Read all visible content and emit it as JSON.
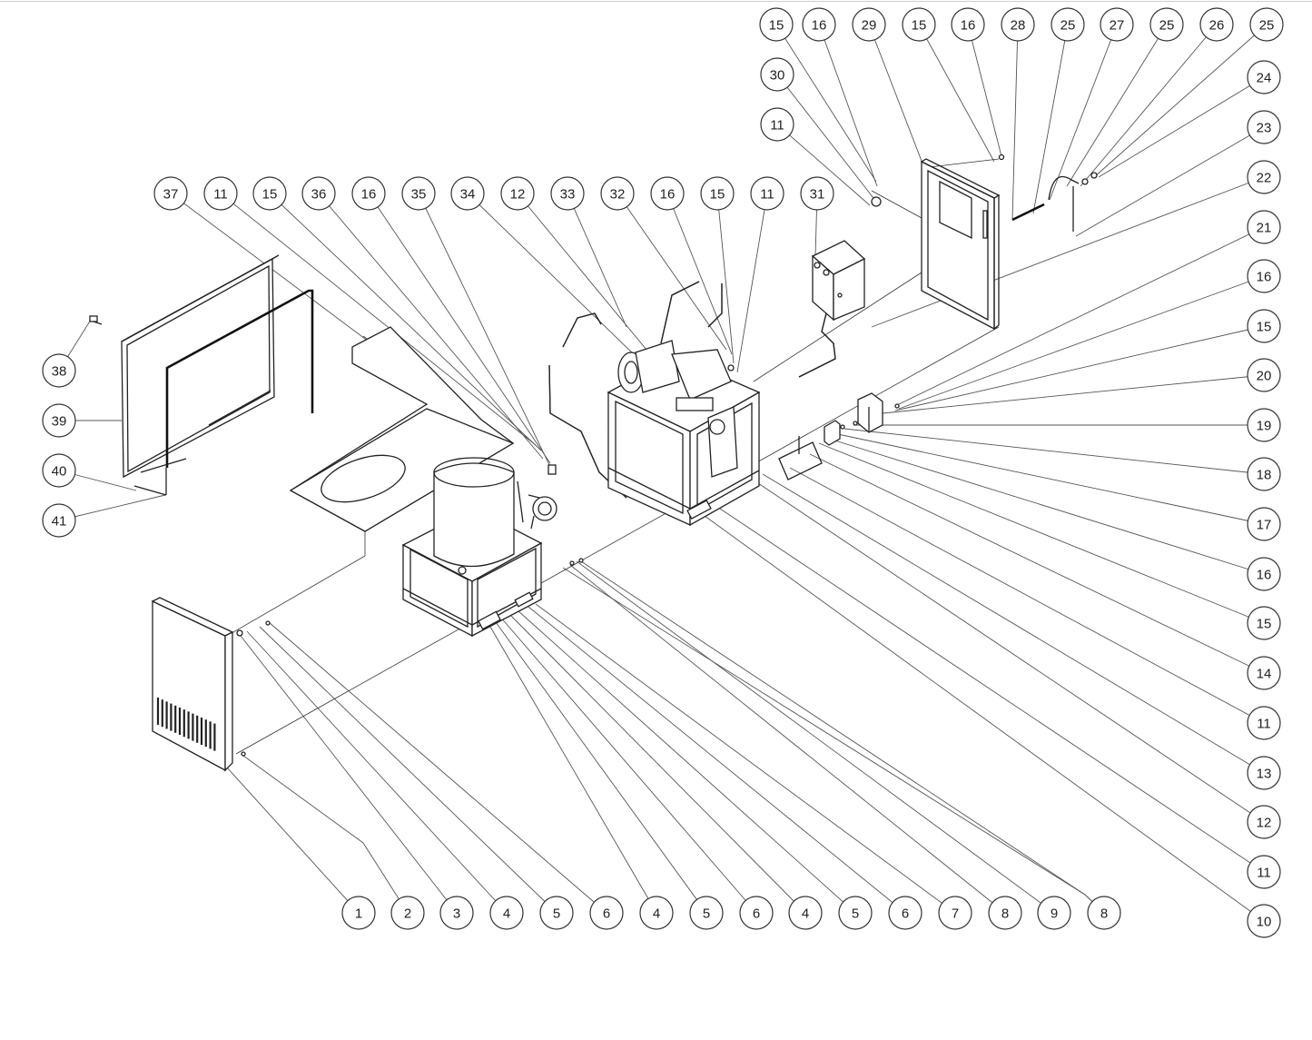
{
  "diagram": {
    "colors": {
      "line": "#222222",
      "leader": "#555555",
      "background": "#ffffff"
    },
    "callouts": [
      {
        "label": "15"
      },
      {
        "label": "16"
      },
      {
        "label": "29"
      },
      {
        "label": "15"
      },
      {
        "label": "16"
      },
      {
        "label": "28"
      },
      {
        "label": "25"
      },
      {
        "label": "27"
      },
      {
        "label": "25"
      },
      {
        "label": "26"
      },
      {
        "label": "25"
      },
      {
        "label": "30"
      },
      {
        "label": "11"
      },
      {
        "label": "24"
      },
      {
        "label": "23"
      },
      {
        "label": "22"
      },
      {
        "label": "21"
      },
      {
        "label": "16"
      },
      {
        "label": "15"
      },
      {
        "label": "20"
      },
      {
        "label": "19"
      },
      {
        "label": "18"
      },
      {
        "label": "17"
      },
      {
        "label": "16"
      },
      {
        "label": "15"
      },
      {
        "label": "14"
      },
      {
        "label": "11"
      },
      {
        "label": "13"
      },
      {
        "label": "12"
      },
      {
        "label": "11"
      },
      {
        "label": "10"
      },
      {
        "label": "37"
      },
      {
        "label": "11"
      },
      {
        "label": "15"
      },
      {
        "label": "36"
      },
      {
        "label": "16"
      },
      {
        "label": "35"
      },
      {
        "label": "34"
      },
      {
        "label": "12"
      },
      {
        "label": "33"
      },
      {
        "label": "32"
      },
      {
        "label": "16"
      },
      {
        "label": "15"
      },
      {
        "label": "11"
      },
      {
        "label": "31"
      },
      {
        "label": "38"
      },
      {
        "label": "39"
      },
      {
        "label": "40"
      },
      {
        "label": "41"
      },
      {
        "label": "1"
      },
      {
        "label": "2"
      },
      {
        "label": "3"
      },
      {
        "label": "4"
      },
      {
        "label": "5"
      },
      {
        "label": "6"
      },
      {
        "label": "4"
      },
      {
        "label": "5"
      },
      {
        "label": "6"
      },
      {
        "label": "4"
      },
      {
        "label": "5"
      },
      {
        "label": "6"
      },
      {
        "label": "7"
      },
      {
        "label": "8"
      },
      {
        "label": "9"
      },
      {
        "label": "8"
      }
    ]
  }
}
